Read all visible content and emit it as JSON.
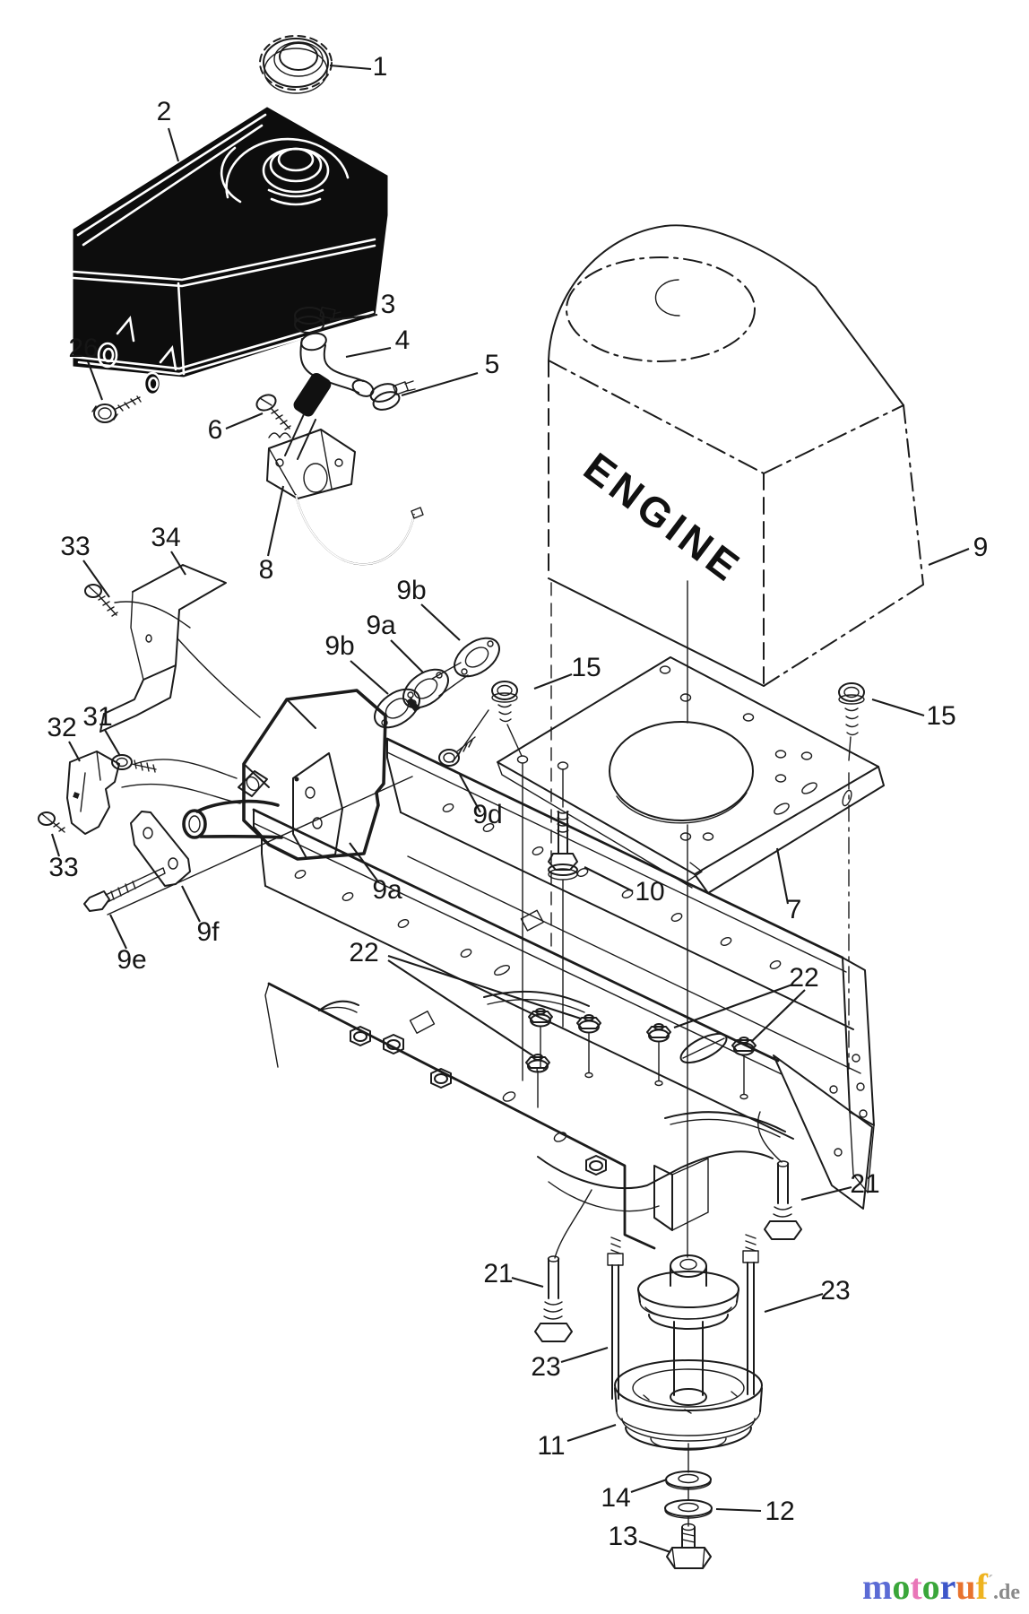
{
  "page": {
    "background": "#ffffff",
    "line_color": "#1b1b1b"
  },
  "diagram": {
    "engine_label": "ENGINE",
    "callouts": [
      {
        "text": "1"
      },
      {
        "text": "2"
      },
      {
        "text": "3"
      },
      {
        "text": "4"
      },
      {
        "text": "5"
      },
      {
        "text": "6"
      },
      {
        "text": "8"
      },
      {
        "text": "9"
      },
      {
        "text": "9b"
      },
      {
        "text": "9a"
      },
      {
        "text": "9b"
      },
      {
        "text": "9d"
      },
      {
        "text": "15"
      },
      {
        "text": "15"
      },
      {
        "text": "10"
      },
      {
        "text": "7"
      },
      {
        "text": "33"
      },
      {
        "text": "34"
      },
      {
        "text": "31"
      },
      {
        "text": "32"
      },
      {
        "text": "33"
      },
      {
        "text": "9f"
      },
      {
        "text": "9e"
      },
      {
        "text": "9a"
      },
      {
        "text": "22"
      },
      {
        "text": "22"
      },
      {
        "text": "21"
      },
      {
        "text": "21"
      },
      {
        "text": "23"
      },
      {
        "text": "23"
      },
      {
        "text": "11"
      },
      {
        "text": "14"
      },
      {
        "text": "12"
      },
      {
        "text": "13"
      },
      {
        "text": "26"
      }
    ]
  },
  "watermark": {
    "letters": [
      {
        "char": "m",
        "color": "#5b6bd5"
      },
      {
        "char": "o",
        "color": "#3aa63a"
      },
      {
        "char": "t",
        "color": "#e976b8"
      },
      {
        "char": "o",
        "color": "#3aa63a"
      },
      {
        "char": "r",
        "color": "#3d56c9"
      },
      {
        "char": "u",
        "color": "#e8732e"
      },
      {
        "char": "f",
        "color": "#eeb320"
      }
    ],
    "tick": "´",
    "tick_color": "#b0b0b0",
    "suffix": ".de",
    "suffix_color": "#8a8a8a"
  }
}
